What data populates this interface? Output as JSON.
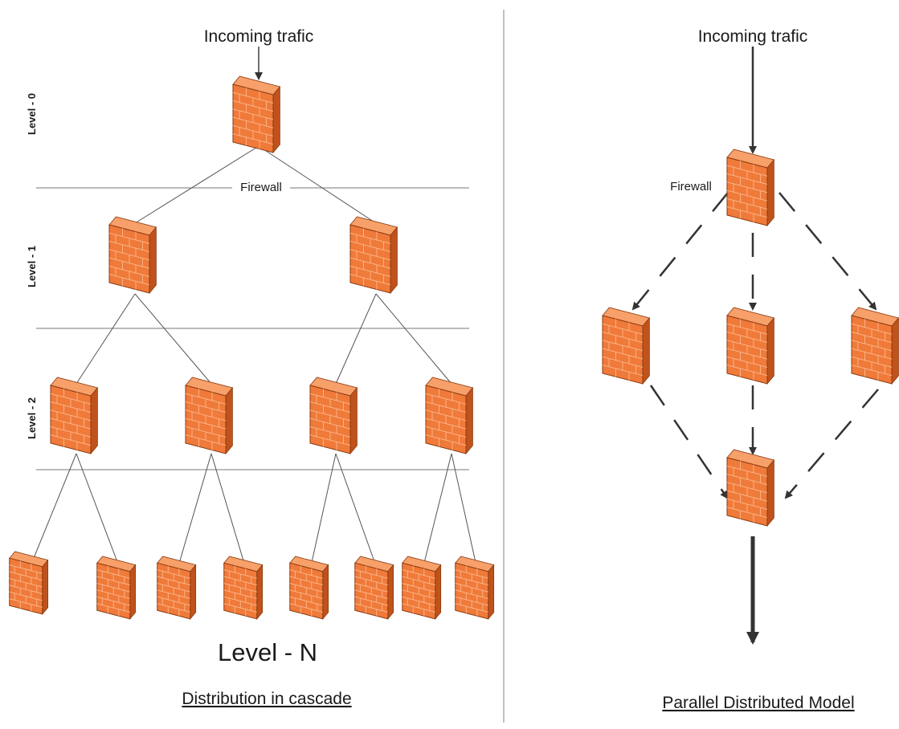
{
  "left_panel": {
    "incoming_label": "Incoming trafic",
    "firewall_label": "Firewall",
    "levels": [
      "Level - 0",
      "Level - 1",
      "Level - 2"
    ],
    "level_n_label": "Level - N",
    "caption": "Distribution in cascade"
  },
  "right_panel": {
    "incoming_label": "Incoming trafic",
    "firewall_label": "Firewall",
    "caption": "Parallel Distributed Model"
  },
  "colors": {
    "firewall_front": "#f07a3a",
    "firewall_side": "#c0521c",
    "firewall_top": "#f7a06a",
    "brick_line": "#f9b98c",
    "line": "#555555",
    "divider": "#999999"
  },
  "icons": {
    "firewall": "firewall-icon"
  }
}
